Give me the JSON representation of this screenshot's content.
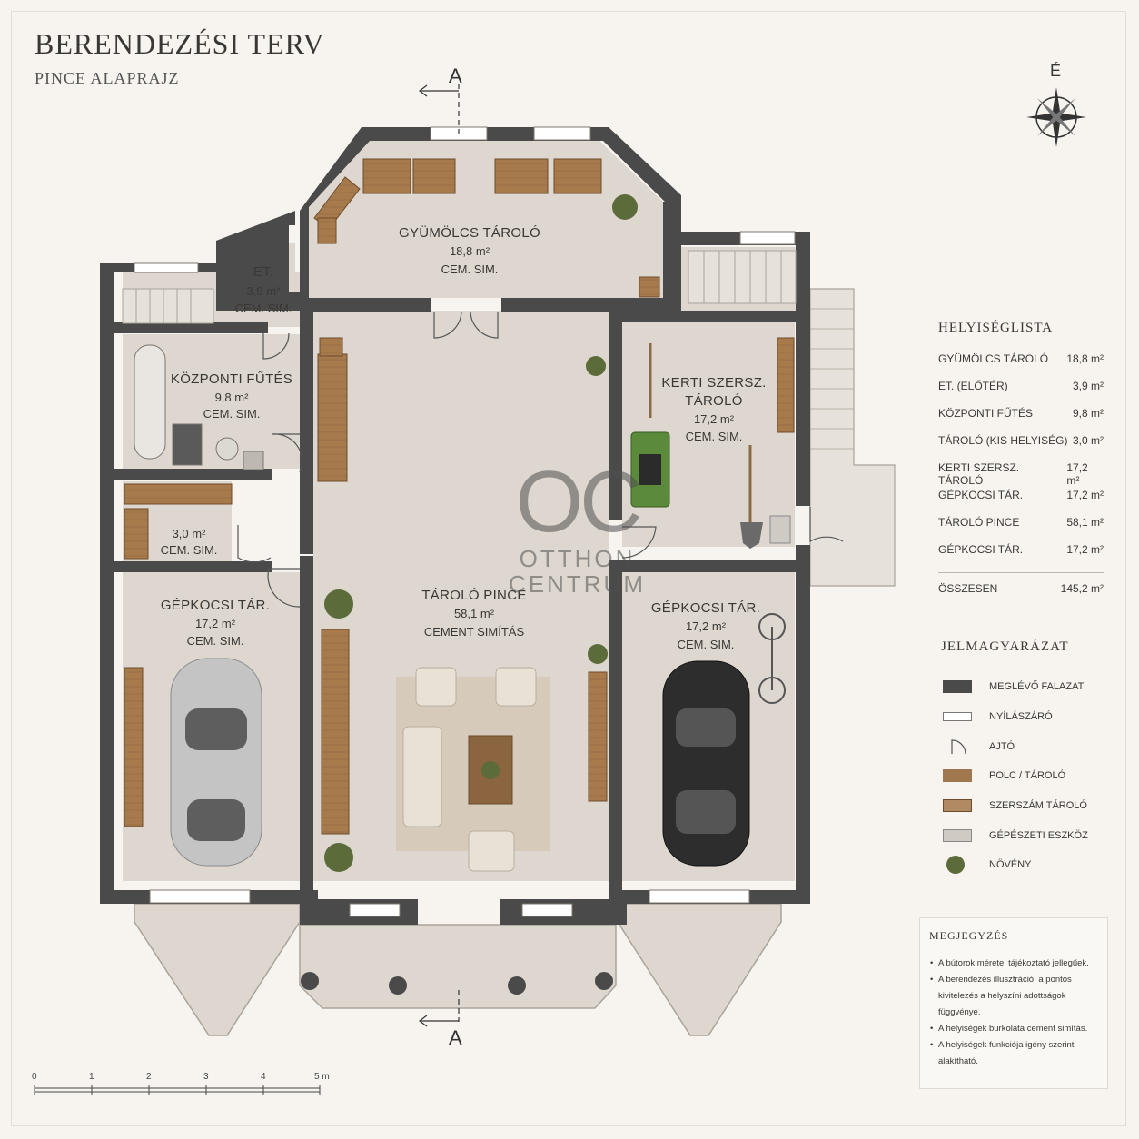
{
  "header": {
    "title": "BERENDEZÉSI TERV",
    "subtitle": "PINCE ALAPRAJZ"
  },
  "compass": {
    "north_label": "É"
  },
  "section_marks": {
    "top": "A",
    "bottom": "A"
  },
  "rooms": [
    {
      "name": "GYÜMÖLCS TÁROLÓ",
      "area": "18,8 m²",
      "finish": "CEM. SIM."
    },
    {
      "name": "ET.",
      "area": "3,9 m²",
      "finish": "CEM. SIM."
    },
    {
      "name": "KÖZPONTI FŰTÉS",
      "area": "9,8 m²",
      "finish": "CEM. SIM."
    },
    {
      "name": "",
      "area": "3,0 m²",
      "finish": "CEM. SIM."
    },
    {
      "name": "KERTI SZERSZ.",
      "name2": "TÁROLÓ",
      "area": "17,2 m²",
      "finish": "CEM. SIM."
    },
    {
      "name": "GÉPKOCSI TÁR.",
      "area": "17,2 m²",
      "finish": "CEM. SIM."
    },
    {
      "name": "TÁROLÓ PINCE",
      "area": "58,1 m²",
      "finish": "CEMENT SIMÍTÁS"
    },
    {
      "name": "GÉPKOCSI TÁR.",
      "area": "17,2 m²",
      "finish": "CEM. SIM."
    }
  ],
  "room_list": {
    "title": "HELYISÉGLISTA",
    "rows": [
      {
        "name": "GYÜMÖLCS TÁROLÓ",
        "area": "18,8 m²"
      },
      {
        "name": "ET. (ELŐTÉR)",
        "area": "3,9 m²"
      },
      {
        "name": "KÖZPONTI FŰTÉS",
        "area": "9,8 m²"
      },
      {
        "name": "TÁROLÓ (KIS HELYISÉG)",
        "area": "3,0 m²"
      },
      {
        "name": "KERTI SZERSZ. TÁROLÓ",
        "area": "17,2 m²"
      },
      {
        "name": "GÉPKOCSI TÁR.",
        "area": "17,2 m²"
      },
      {
        "name": "TÁROLÓ PINCE",
        "area": "58,1 m²"
      },
      {
        "name": "GÉPKOCSI TÁR.",
        "area": "17,2 m²"
      }
    ],
    "total_label": "ÖSSZESEN",
    "total_area": "145,2 m²"
  },
  "legend": {
    "title": "JELMAGYARÁZAT",
    "items": [
      {
        "label": "MEGLÉVŐ FALAZAT",
        "color": "#4a4a4a"
      },
      {
        "label": "NYÍLÁSZÁRÓ",
        "color": "#ffffff"
      },
      {
        "label": "AJTÓ",
        "color": "#ffffff"
      },
      {
        "label": "POLC / TÁROLÓ",
        "color": "#a0774f"
      },
      {
        "label": "SZERSZÁM TÁROLÓ",
        "color": "#b08a63"
      },
      {
        "label": "GÉPÉSZETI ESZKÖZ",
        "color": "#cfcac3"
      },
      {
        "label": "NÖVÉNY",
        "color": "#5b6b3a"
      }
    ]
  },
  "notes": {
    "title": "MEGJEGYZÉS",
    "items": [
      "A bútorok méretei tájékoztató jellegűek.",
      "A berendezés illusztráció, a pontos kivitelezés a helyszíni adottságok függvénye.",
      "A helyiségek burkolata cement simítás.",
      "A helyiségek funkciója igény szerint alakítható."
    ]
  },
  "scale_bar": {
    "ticks": [
      "0",
      "1",
      "2",
      "3",
      "4",
      "5 m"
    ]
  },
  "watermark": {
    "logo": "OC",
    "line1": "OTTHON",
    "line2": "CENTRUM"
  },
  "colors": {
    "wall": "#4a4a4a",
    "floor": "#ddd7cf",
    "accent_text": "#3a3835"
  }
}
